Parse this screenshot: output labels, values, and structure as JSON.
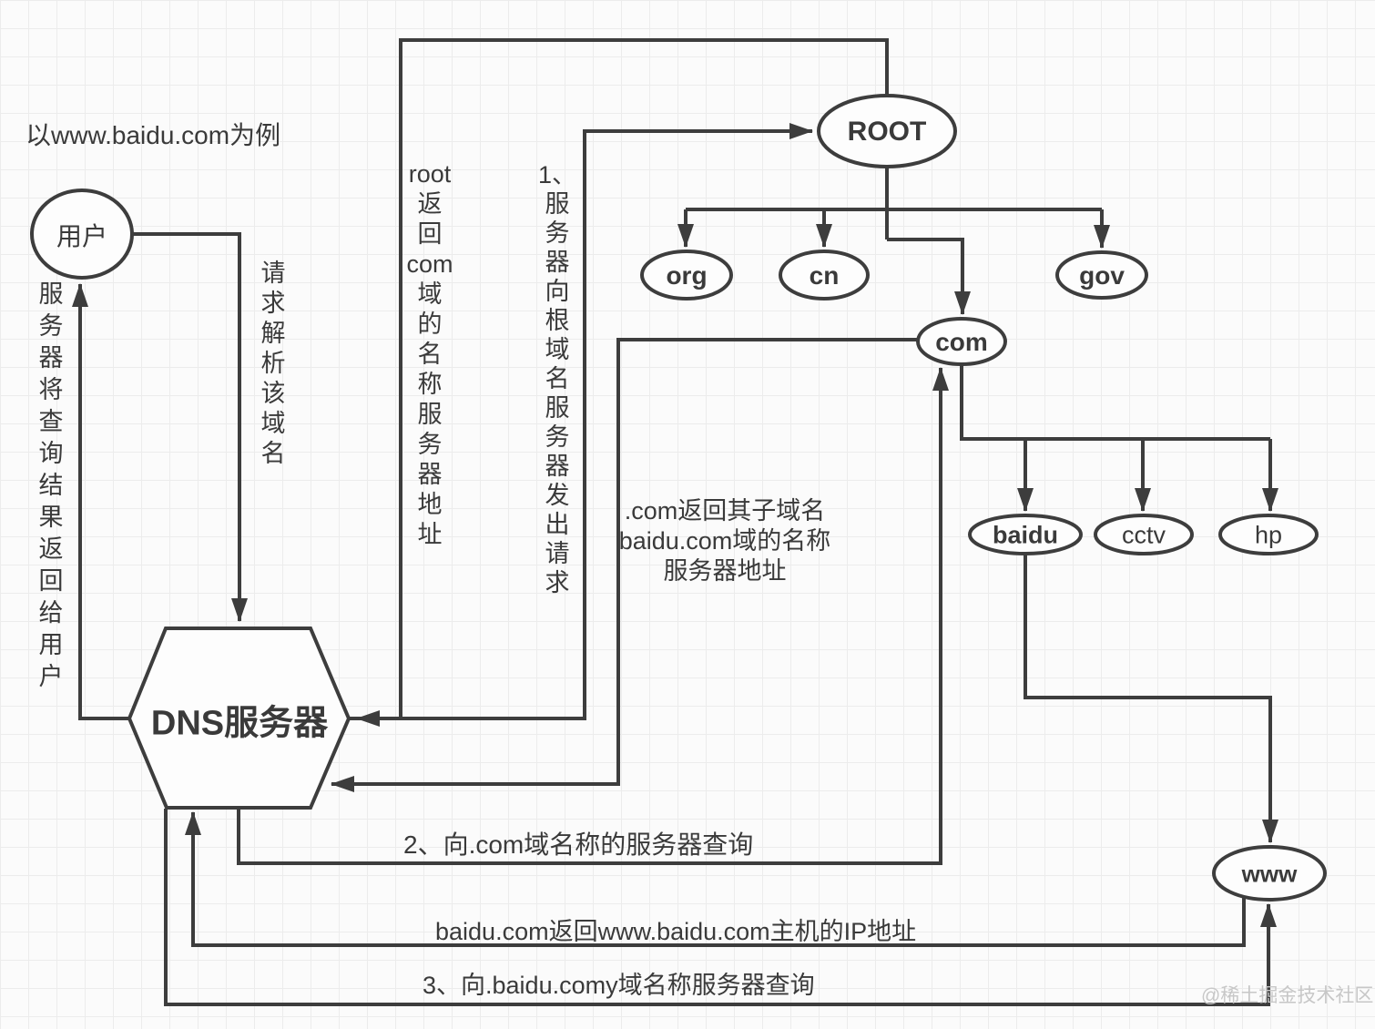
{
  "title": "以www.baidu.com为例",
  "watermark": "@稀土掘金技术社区",
  "nodes": {
    "user": "用户",
    "dns": "DNS服务器",
    "root": "ROOT",
    "org": "org",
    "cn": "cn",
    "gov": "gov",
    "com": "com",
    "baidu": "baidu",
    "cctv": "cctv",
    "hp": "hp",
    "www": "www"
  },
  "edge_labels": {
    "return_to_user_vertical": [
      "服",
      "务",
      "器",
      "将",
      "查",
      "询",
      "结",
      "果",
      "返",
      "回",
      "给",
      "用",
      "户"
    ],
    "request_resolve_vertical": [
      "请",
      "求",
      "解",
      "析",
      "该",
      "域",
      "名"
    ],
    "root_return_vertical": [
      "root",
      "返",
      "回",
      "com",
      "域",
      "的",
      "名",
      "称",
      "服",
      "务",
      "器",
      "地",
      "址"
    ],
    "query_root_vertical": [
      "1、",
      "服",
      "务",
      "器",
      "向",
      "根",
      "域",
      "名",
      "服",
      "务",
      "器",
      "发",
      "出",
      "请",
      "求"
    ],
    "com_return_lines": [
      ".com返回其子域名",
      "baidu.com域的名称",
      "服务器地址"
    ],
    "query_com": "2、向.com域名称的服务器查询",
    "ip_return": "baidu.com返回www.baidu.com主机的IP地址",
    "query_baidu": "3、向.baidu.comy域名称服务器查询"
  },
  "colors": {
    "stroke": "#3d3d3d",
    "text": "#3a3a3a",
    "node_fill": "#fdfdfd",
    "grid": "#ececec",
    "background": "#fbfbfb",
    "watermark": "#c7c7c7"
  }
}
